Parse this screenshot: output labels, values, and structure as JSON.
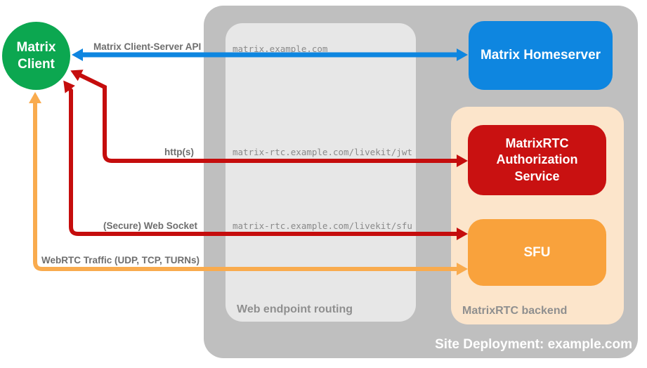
{
  "site": {
    "label": "Site Deployment: example.com",
    "container_color": "#bfbfbf"
  },
  "routing": {
    "label": "Web endpoint routing",
    "box_color": "#e7e7e7",
    "endpoints": [
      "matrix.example.com",
      "matrix-rtc.example.com/livekit/jwt",
      "matrix-rtc.example.com/livekit/sfu"
    ]
  },
  "backend": {
    "label": "MatrixRTC backend",
    "box_color": "#fce5cb"
  },
  "nodes": {
    "client": {
      "line1": "Matrix",
      "line2": "Client",
      "color": "#0ca750"
    },
    "homeserver": {
      "label": "Matrix Homeserver",
      "color": "#0e86e0"
    },
    "auth_service": {
      "line1": "MatrixRTC",
      "line2": "Authorization",
      "line3": "Service",
      "color": "#c91111"
    },
    "sfu": {
      "label": "SFU",
      "color": "#f9a23c"
    }
  },
  "connections": [
    {
      "label": "Matrix Client-Server API",
      "color": "#0e86e0",
      "from": "Matrix Client",
      "to": "Matrix Homeserver",
      "bidirectional": true
    },
    {
      "label": "http(s)",
      "color": "#c50d0d",
      "from": "Matrix Client",
      "to": "MatrixRTC Authorization Service",
      "bidirectional": true
    },
    {
      "label": "(Secure) Web Socket",
      "color": "#c50d0d",
      "from": "Matrix Client",
      "to": "SFU",
      "bidirectional": true
    },
    {
      "label": "WebRTC Traffic (UDP, TCP, TURNs)",
      "color": "#f9ab4e",
      "from": "Matrix Client",
      "to": "SFU",
      "bidirectional": true
    }
  ]
}
